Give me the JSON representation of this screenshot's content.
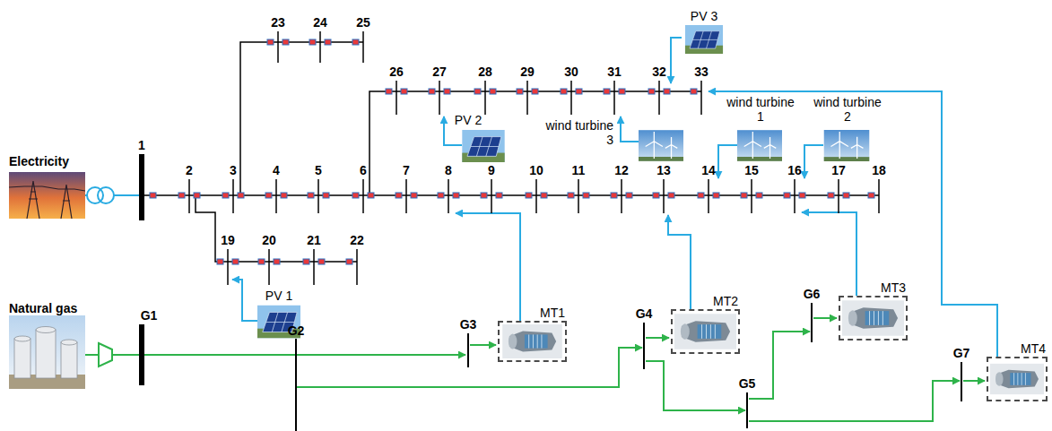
{
  "diagram": {
    "nodes": [
      {
        "text": [
          "MT1"
        ]
      },
      {
        "text": [
          "MT2"
        ]
      },
      {
        "text": [
          "MT3"
        ]
      },
      {
        "text": [
          "MT4"
        ]
      }
    ],
    "labels": [
      "Electricity",
      "Natural gas",
      "1",
      "2",
      "3",
      "4",
      "5",
      "6",
      "7",
      "8",
      "9",
      "10",
      "11",
      "12",
      "13",
      "14",
      "15",
      "16",
      "17",
      "18",
      "19",
      "20",
      "21",
      "22",
      "23",
      "24",
      "25",
      "26",
      "27",
      "28",
      "29",
      "30",
      "31",
      "32",
      "33",
      "G1",
      "G2",
      "G3",
      "G4",
      "G5",
      "G6",
      "G7",
      "PV 1",
      "PV 2",
      "PV 3",
      "wind turbine 1",
      "wind turbine 2",
      "wind turbine 3"
    ]
  }
}
